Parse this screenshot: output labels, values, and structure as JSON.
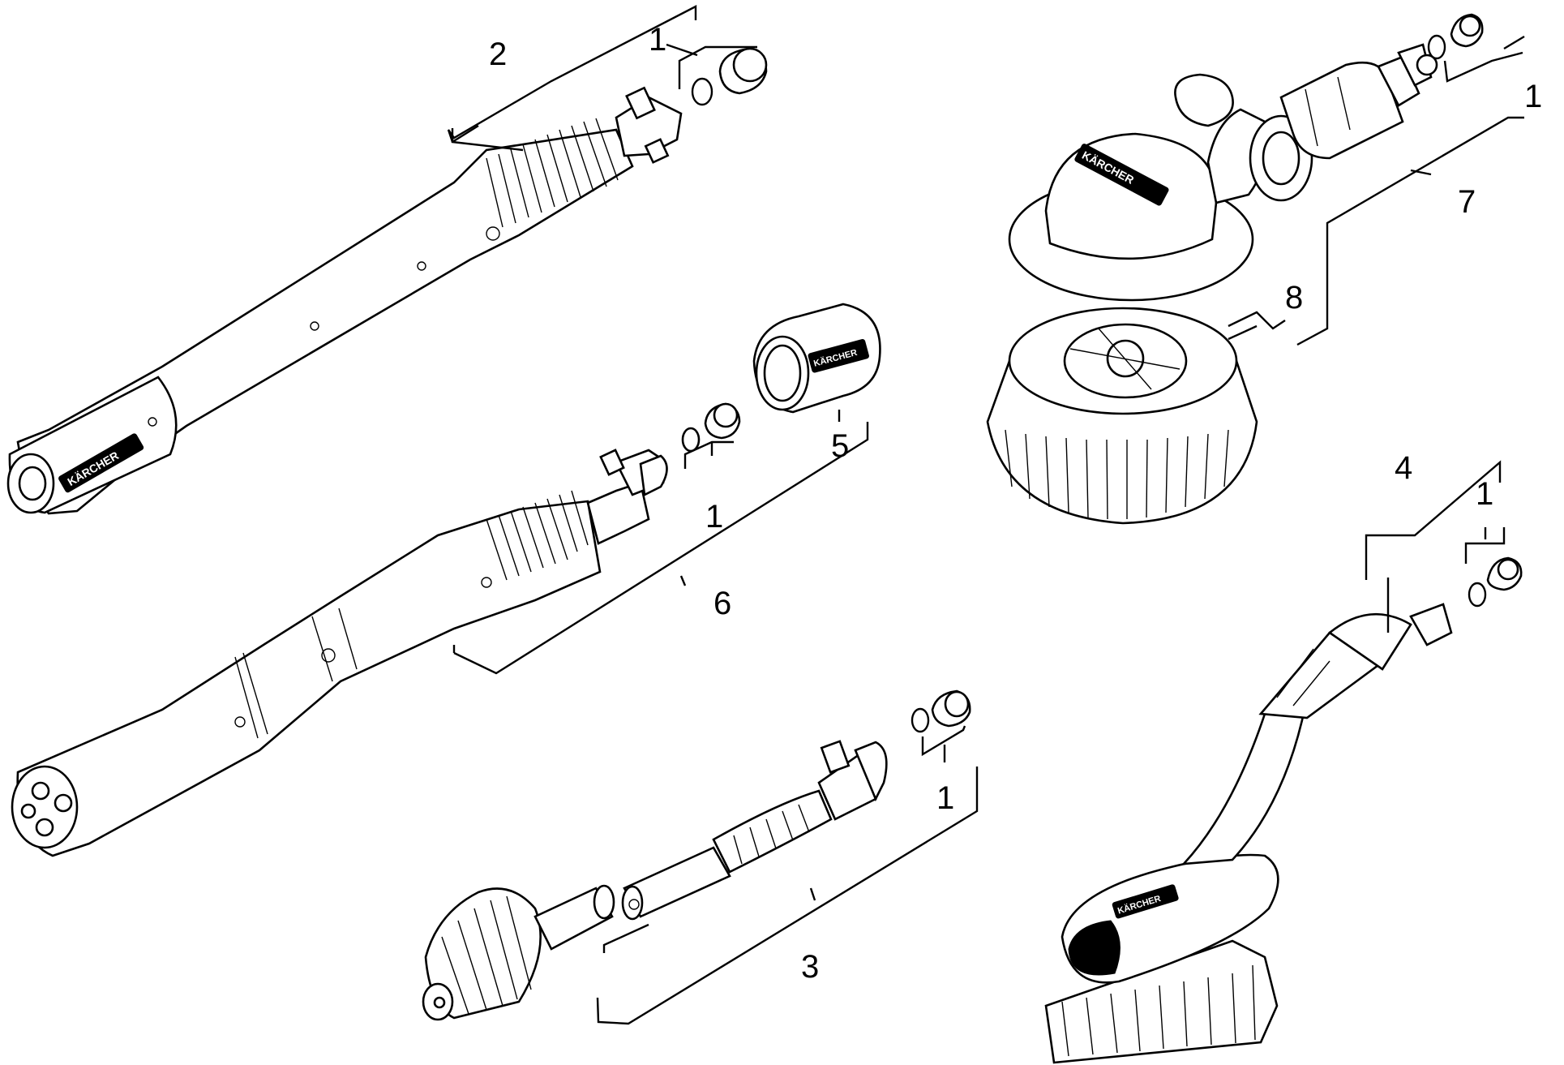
{
  "callouts": {
    "c1a": "1",
    "c1b": "1",
    "c1c": "1",
    "c1d": "1",
    "c1e": "1",
    "c2": "2",
    "c3": "3",
    "c4": "4",
    "c5": "5",
    "c6": "6",
    "c7": "7",
    "c8": "8"
  },
  "brand": {
    "wordmark": "KÄRCHER"
  },
  "colors": {
    "line": "#000000",
    "background": "#ffffff"
  }
}
